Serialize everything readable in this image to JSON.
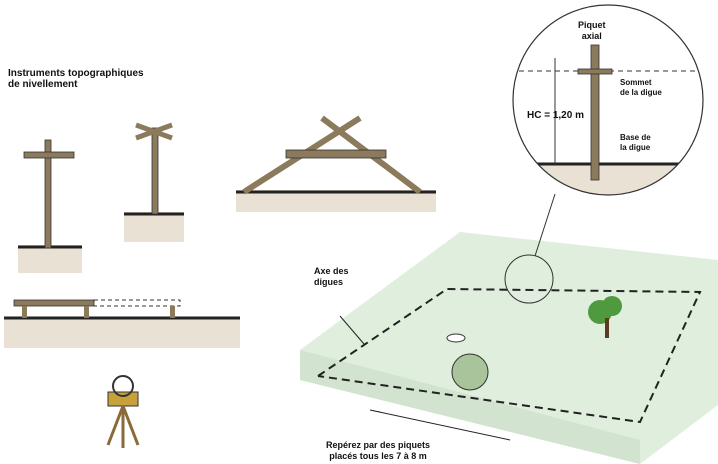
{
  "title": {
    "line1": "Instruments topographiques",
    "line2": "de nivellement"
  },
  "detail": {
    "stake": {
      "line1": "Piquet",
      "line2": "axial"
    },
    "top": {
      "line1": "Sommet",
      "line2": "de la digue"
    },
    "height": "HC = 1,20 m",
    "base": {
      "line1": "Base de",
      "line2": "la digue"
    }
  },
  "field": {
    "axis": {
      "line1": "Axe des",
      "line2": "digues"
    },
    "spacing": {
      "line1": "Repérez par des piquets",
      "line2": "placés tous les 7 à 8 m"
    }
  },
  "colors": {
    "grass": "#dfeedd",
    "soil": "#e9e2d4",
    "wood": "#8b7a5c"
  }
}
